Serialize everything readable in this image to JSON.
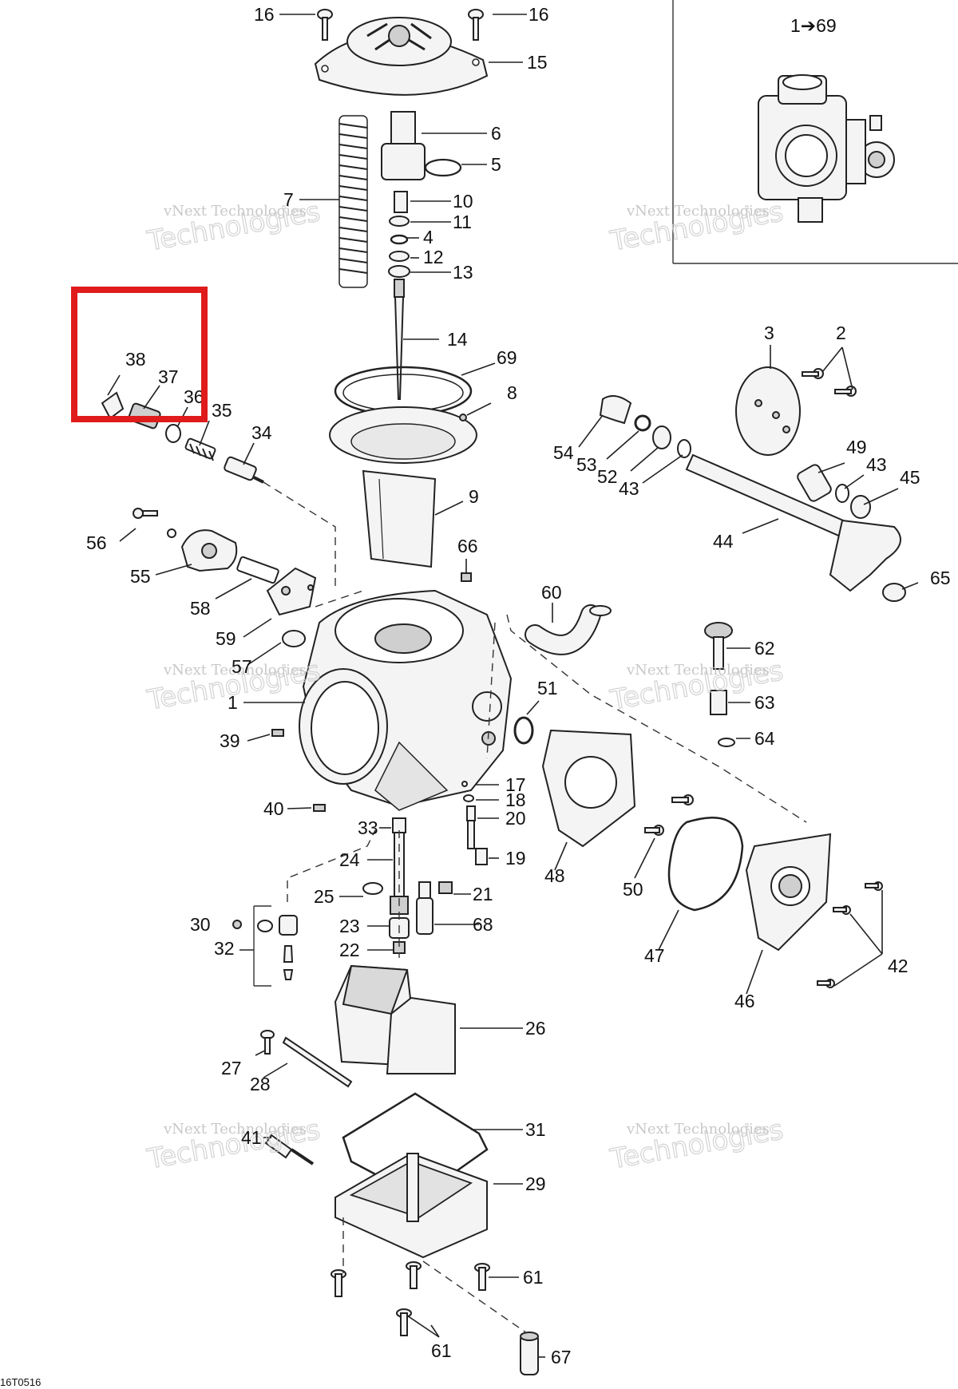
{
  "drawing_code": "16T0516",
  "inset_label": "1➔69",
  "watermark": {
    "line1": "vNext Technologies",
    "line2": "Technologies"
  },
  "callouts": [
    {
      "id": "c16a",
      "text": "16"
    },
    {
      "id": "c16b",
      "text": "16"
    },
    {
      "id": "c15",
      "text": "15"
    },
    {
      "id": "c6",
      "text": "6"
    },
    {
      "id": "c5",
      "text": "5"
    },
    {
      "id": "c7",
      "text": "7"
    },
    {
      "id": "c10",
      "text": "10"
    },
    {
      "id": "c11",
      "text": "11"
    },
    {
      "id": "c4",
      "text": "4"
    },
    {
      "id": "c12",
      "text": "12"
    },
    {
      "id": "c13",
      "text": "13"
    },
    {
      "id": "c14",
      "text": "14"
    },
    {
      "id": "c69",
      "text": "69"
    },
    {
      "id": "c8",
      "text": "8"
    },
    {
      "id": "c9",
      "text": "9"
    },
    {
      "id": "c38",
      "text": "38"
    },
    {
      "id": "c37",
      "text": "37"
    },
    {
      "id": "c36",
      "text": "36"
    },
    {
      "id": "c35",
      "text": "35"
    },
    {
      "id": "c34",
      "text": "34"
    },
    {
      "id": "c56",
      "text": "56"
    },
    {
      "id": "c55",
      "text": "55"
    },
    {
      "id": "c58",
      "text": "58"
    },
    {
      "id": "c59",
      "text": "59"
    },
    {
      "id": "c57",
      "text": "57"
    },
    {
      "id": "c66",
      "text": "66"
    },
    {
      "id": "c1",
      "text": "1"
    },
    {
      "id": "c39",
      "text": "39"
    },
    {
      "id": "c40",
      "text": "40"
    },
    {
      "id": "c33",
      "text": "33"
    },
    {
      "id": "c24",
      "text": "24"
    },
    {
      "id": "c25",
      "text": "25"
    },
    {
      "id": "c23",
      "text": "23"
    },
    {
      "id": "c22",
      "text": "22"
    },
    {
      "id": "c30",
      "text": "30"
    },
    {
      "id": "c32",
      "text": "32"
    },
    {
      "id": "c21",
      "text": "21"
    },
    {
      "id": "c68",
      "text": "68"
    },
    {
      "id": "c17",
      "text": "17"
    },
    {
      "id": "c18",
      "text": "18"
    },
    {
      "id": "c20",
      "text": "20"
    },
    {
      "id": "c19",
      "text": "19"
    },
    {
      "id": "c60",
      "text": "60"
    },
    {
      "id": "c51",
      "text": "51"
    },
    {
      "id": "c48",
      "text": "48"
    },
    {
      "id": "c50",
      "text": "50"
    },
    {
      "id": "c47",
      "text": "47"
    },
    {
      "id": "c46",
      "text": "46"
    },
    {
      "id": "c42",
      "text": "42"
    },
    {
      "id": "c62",
      "text": "62"
    },
    {
      "id": "c63",
      "text": "63"
    },
    {
      "id": "c64",
      "text": "64"
    },
    {
      "id": "c3",
      "text": "3"
    },
    {
      "id": "c2",
      "text": "2"
    },
    {
      "id": "c54",
      "text": "54"
    },
    {
      "id": "c53",
      "text": "53"
    },
    {
      "id": "c52",
      "text": "52"
    },
    {
      "id": "c43a",
      "text": "43"
    },
    {
      "id": "c49",
      "text": "49"
    },
    {
      "id": "c43b",
      "text": "43"
    },
    {
      "id": "c45",
      "text": "45"
    },
    {
      "id": "c44",
      "text": "44"
    },
    {
      "id": "c65",
      "text": "65"
    },
    {
      "id": "c26",
      "text": "26"
    },
    {
      "id": "c27",
      "text": "27"
    },
    {
      "id": "c28",
      "text": "28"
    },
    {
      "id": "c41",
      "text": "41"
    },
    {
      "id": "c31",
      "text": "31"
    },
    {
      "id": "c29",
      "text": "29"
    },
    {
      "id": "c61a",
      "text": "61"
    },
    {
      "id": "c61b",
      "text": "61"
    },
    {
      "id": "c67",
      "text": "67"
    }
  ],
  "highlight": {
    "color": "#e01b1b"
  }
}
